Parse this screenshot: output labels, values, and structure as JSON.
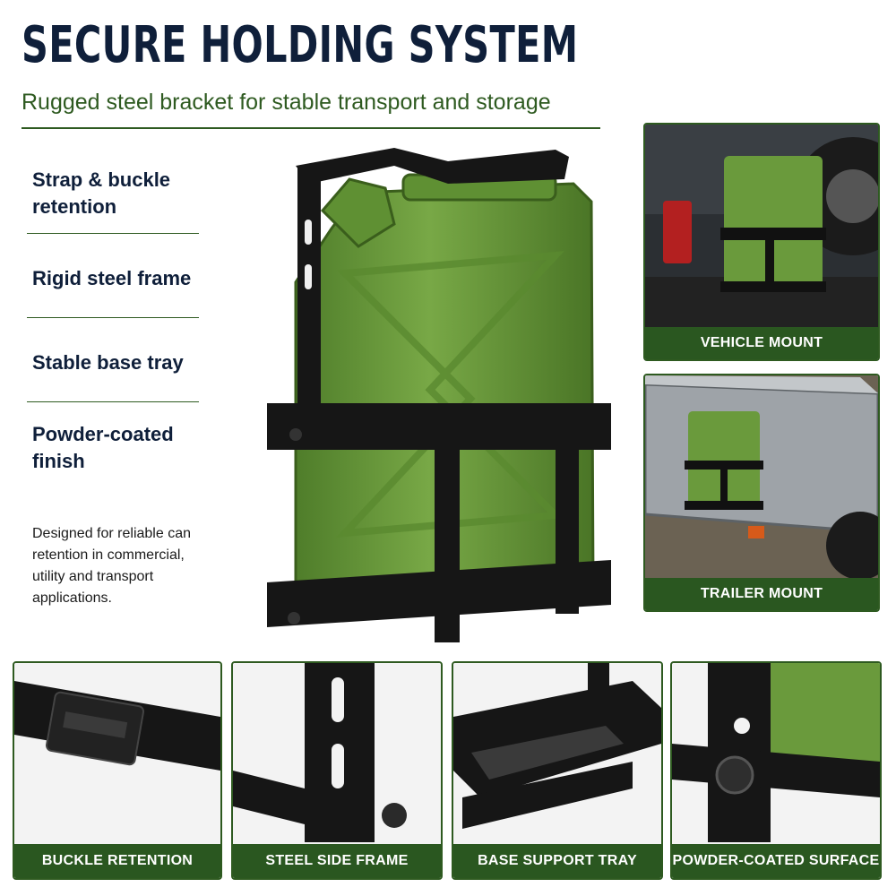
{
  "header": {
    "title": "SECURE HOLDING SYSTEM",
    "subtitle": "Rugged steel bracket for stable transport and storage"
  },
  "features": [
    "Strap & buckle retention",
    "Rigid steel frame",
    "Stable base tray",
    "Powder-coated finish"
  ],
  "description": "Designed for reliable can retention in commercial, utility and transport applications.",
  "mounts": {
    "vehicle": "VEHICLE MOUNT",
    "trailer": "TRAILER MOUNT"
  },
  "details": {
    "buckle": "BUCKLE RETENTION",
    "frame": "STEEL SIDE FRAME",
    "tray": "BASE SUPPORT TRAY",
    "surface": "POWDER-COATED SURFACE"
  },
  "colors": {
    "title": "#0f1f3a",
    "accent_green": "#2a5720",
    "can_green": "#6a9a3c",
    "bracket_black": "#161616"
  }
}
